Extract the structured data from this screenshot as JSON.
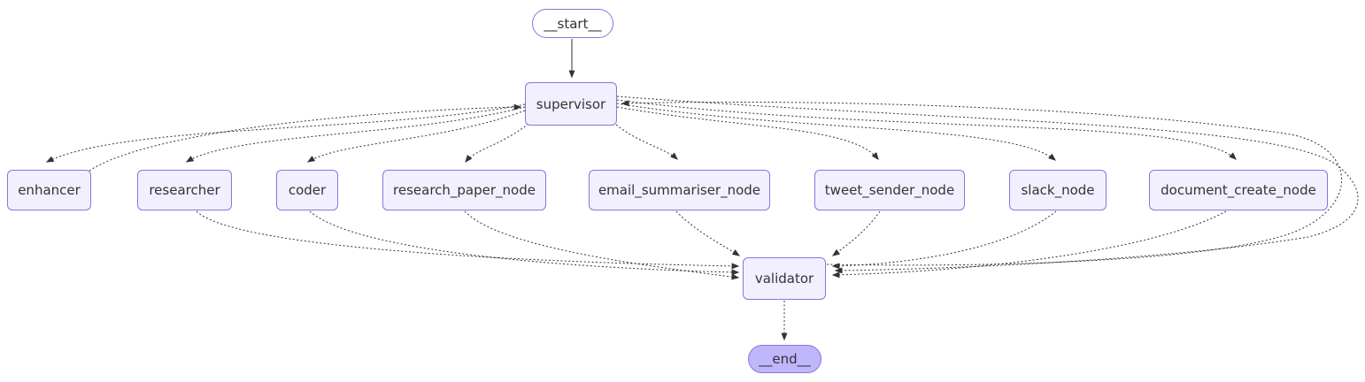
{
  "diagram": {
    "kind": "state-graph",
    "colors": {
      "background": "#ffffff",
      "node_fill": "#f2f0ff",
      "node_border": "#9370db",
      "start_fill": "#ffffff",
      "end_fill": "#bfb6fc",
      "edge": "#333333",
      "text": "#333333"
    },
    "nodes": [
      {
        "id": "__start__",
        "label": "__start__",
        "shape": "pill"
      },
      {
        "id": "supervisor",
        "label": "supervisor",
        "shape": "rect"
      },
      {
        "id": "enhancer",
        "label": "enhancer",
        "shape": "rect"
      },
      {
        "id": "researcher",
        "label": "researcher",
        "shape": "rect"
      },
      {
        "id": "coder",
        "label": "coder",
        "shape": "rect"
      },
      {
        "id": "research_paper_node",
        "label": "research_paper_node",
        "shape": "rect"
      },
      {
        "id": "email_summariser_node",
        "label": "email_summariser_node",
        "shape": "rect"
      },
      {
        "id": "tweet_sender_node",
        "label": "tweet_sender_node",
        "shape": "rect"
      },
      {
        "id": "slack_node",
        "label": "slack_node",
        "shape": "rect"
      },
      {
        "id": "document_create_node",
        "label": "document_create_node",
        "shape": "rect"
      },
      {
        "id": "validator",
        "label": "validator",
        "shape": "rect"
      },
      {
        "id": "__end__",
        "label": "__end__",
        "shape": "pill"
      }
    ],
    "edges": [
      {
        "from": "__start__",
        "to": "supervisor",
        "style": "solid"
      },
      {
        "from": "supervisor",
        "to": "enhancer",
        "style": "dotted"
      },
      {
        "from": "supervisor",
        "to": "researcher",
        "style": "dotted"
      },
      {
        "from": "supervisor",
        "to": "coder",
        "style": "dotted"
      },
      {
        "from": "supervisor",
        "to": "research_paper_node",
        "style": "dotted"
      },
      {
        "from": "supervisor",
        "to": "email_summariser_node",
        "style": "dotted"
      },
      {
        "from": "supervisor",
        "to": "tweet_sender_node",
        "style": "dotted"
      },
      {
        "from": "supervisor",
        "to": "slack_node",
        "style": "dotted"
      },
      {
        "from": "supervisor",
        "to": "document_create_node",
        "style": "dotted"
      },
      {
        "from": "supervisor",
        "to": "validator",
        "style": "dotted"
      },
      {
        "from": "enhancer",
        "to": "supervisor",
        "style": "dotted"
      },
      {
        "from": "researcher",
        "to": "validator",
        "style": "dotted"
      },
      {
        "from": "coder",
        "to": "validator",
        "style": "dotted"
      },
      {
        "from": "research_paper_node",
        "to": "validator",
        "style": "dotted"
      },
      {
        "from": "email_summariser_node",
        "to": "validator",
        "style": "dotted"
      },
      {
        "from": "tweet_sender_node",
        "to": "validator",
        "style": "dotted"
      },
      {
        "from": "slack_node",
        "to": "validator",
        "style": "dotted"
      },
      {
        "from": "document_create_node",
        "to": "validator",
        "style": "dotted"
      },
      {
        "from": "validator",
        "to": "supervisor",
        "style": "dotted"
      },
      {
        "from": "validator",
        "to": "__end__",
        "style": "dotted"
      }
    ]
  }
}
